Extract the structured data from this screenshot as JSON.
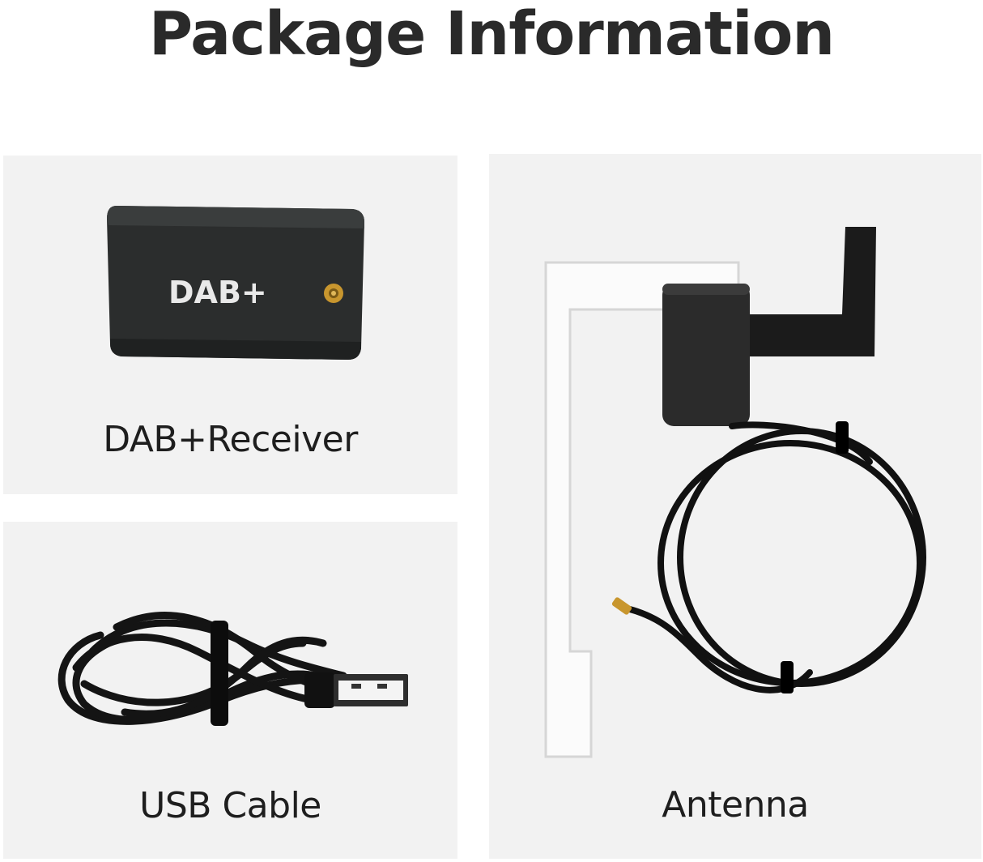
{
  "header": {
    "title": "Package Information"
  },
  "items": [
    {
      "label": "DAB+Receiver",
      "icon": "dab-receiver-image"
    },
    {
      "label": "USB Cable",
      "icon": "usb-cable-image"
    },
    {
      "label": "Antenna",
      "icon": "antenna-image"
    }
  ],
  "device_logo": "DAB+",
  "colors": {
    "panel": "#f2f2f2",
    "device": "#2b2d2d",
    "cable": "#111111",
    "antenna_frame": "#ececec",
    "connector_gold": "#c8962e"
  }
}
